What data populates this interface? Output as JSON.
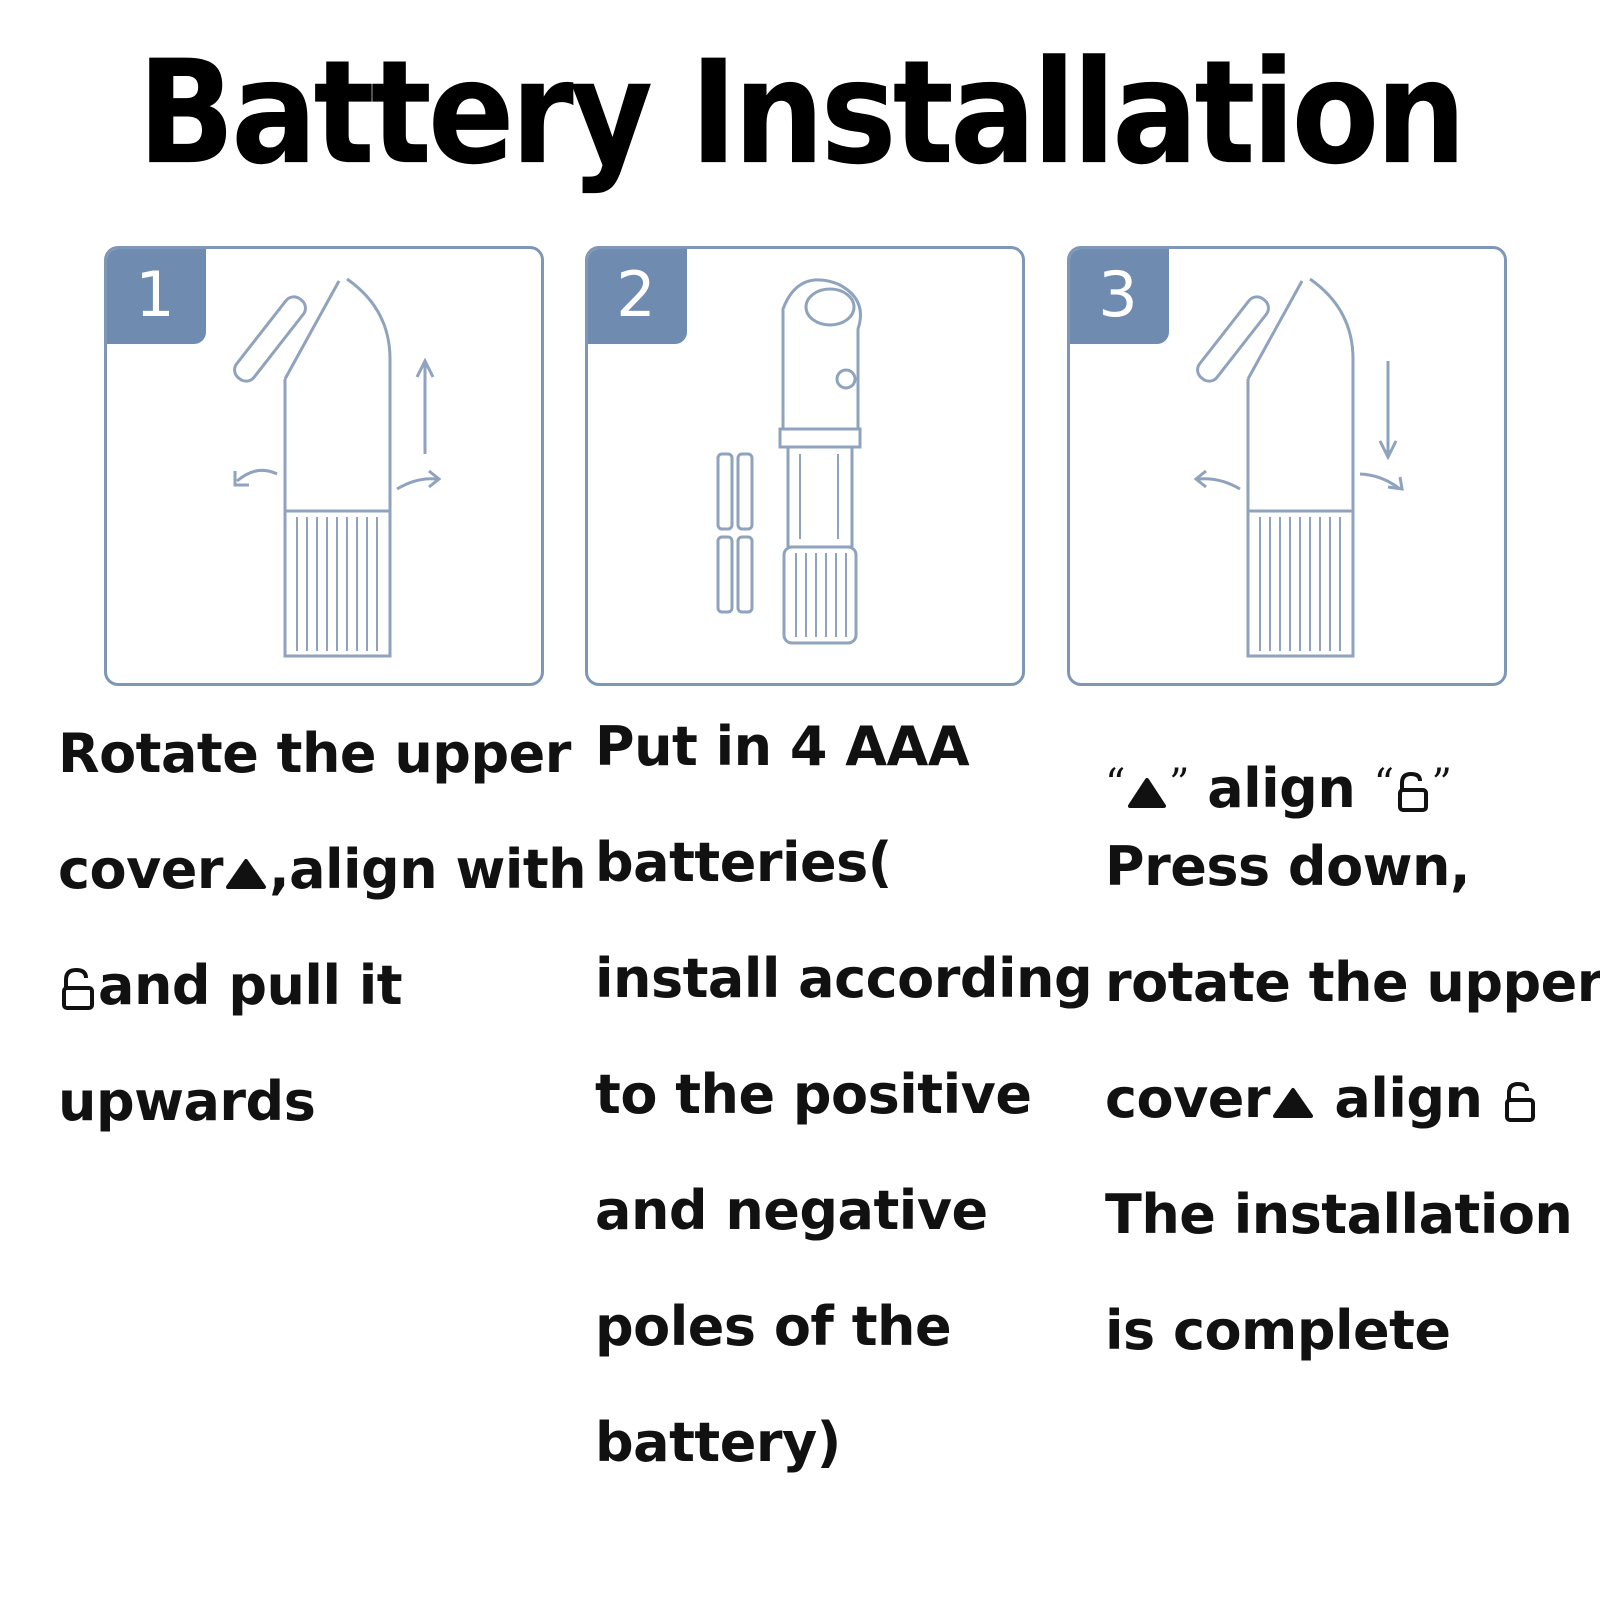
{
  "title": "Battery Installation",
  "steps": [
    {
      "number": "1",
      "lines": [
        "Rotate the upper",
        "cover",
        ",align with",
        "and pull it",
        "upwards"
      ]
    },
    {
      "number": "2",
      "lines": [
        "Put in 4 AAA",
        "batteries(",
        "install according",
        "to the positive",
        "and negative",
        "poles of the",
        "battery)"
      ]
    },
    {
      "number": "3",
      "lines": [
        "align",
        "Press down,",
        "rotate the upper",
        "cover",
        "align",
        "The installation",
        "is complete"
      ]
    }
  ],
  "quotes": {
    "open": "“",
    "close": "”"
  },
  "icons": {
    "align_mark": "triangle-icon",
    "unlock": "unlock-icon"
  },
  "colors": {
    "panel_border": "#7f97b6",
    "badge": "#6f8bb0",
    "drawing": "#8fa3be"
  }
}
